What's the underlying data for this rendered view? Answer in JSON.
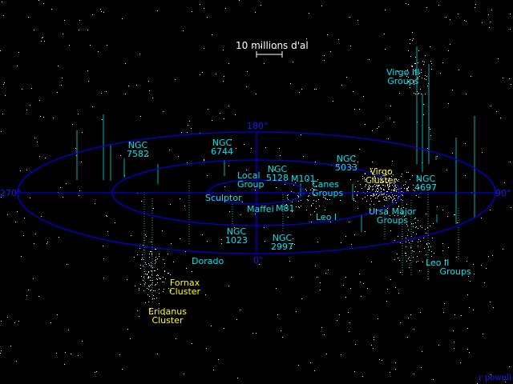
{
  "scale_label": "10 millions d'al",
  "angles": {
    "a180": "180°",
    "a270": "270°",
    "a90": "90°",
    "a0": "0°"
  },
  "labels": {
    "ngc7582": "NGC\n7582",
    "ngc6744": "NGC\n6744",
    "local_group": "Local\nGroup",
    "ngc5128": "NGC\n5128",
    "m101": "M101",
    "canes": "Canes\nGroups",
    "ngc5033": "NGC\n5033",
    "virgo_iii": "Virgo III\nGroups",
    "virgo_cluster": "Virgo\nCluster",
    "ngc4697": "NGC\n4697",
    "sculptor": "Sculptor",
    "maffei": "Maffei",
    "m81": "M81",
    "leo_i": "Leo I",
    "ursa_major": "Ursa Major\nGroups",
    "ngc1023": "NGC\n1023",
    "ngc2997": "NGC\n2997",
    "dorado": "Dorado",
    "leo_ii": "Leo II\n     Groups",
    "fornax": "Fornax\nCluster",
    "eridanus": "Eridanus\nCluster"
  },
  "signature": "r powell",
  "colors": {
    "grid": "#0000dd",
    "galaxy_label": "#00e5ee",
    "cluster_label": "#ffff00",
    "stalk": "#00b0b0"
  }
}
